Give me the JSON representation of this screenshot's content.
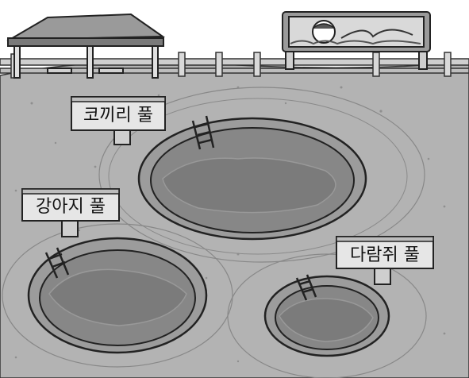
{
  "signs": {
    "elephant": "코끼리 풀",
    "puppy": "강아지 풀",
    "squirrel": "다람쥐 풀"
  },
  "colors": {
    "ground": "#b3b3b3",
    "sky": "#ffffff",
    "water": "#878787",
    "water_dark": "#5a5a5a",
    "pool_rim": "#9a9a9a",
    "outline": "#222222",
    "sign_face": "#e6e6e6"
  }
}
